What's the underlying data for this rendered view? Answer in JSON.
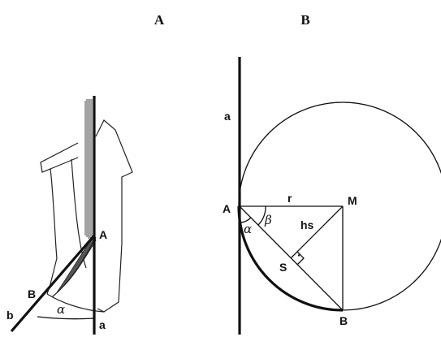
{
  "panels": {
    "left": {
      "title": "A"
    },
    "right": {
      "title": "B"
    }
  },
  "left_diagram": {
    "point_a": "A",
    "point_b": "B",
    "line_a": "a",
    "line_b": "b",
    "angle": "α"
  },
  "right_diagram": {
    "line_a": "a",
    "point_a": "A",
    "point_m": "M",
    "point_s": "S",
    "point_b": "B",
    "radius": "r",
    "segment_hs": "hs",
    "angle_alpha": "α",
    "angle_beta": "β",
    "right_angle_mark": "·"
  }
}
